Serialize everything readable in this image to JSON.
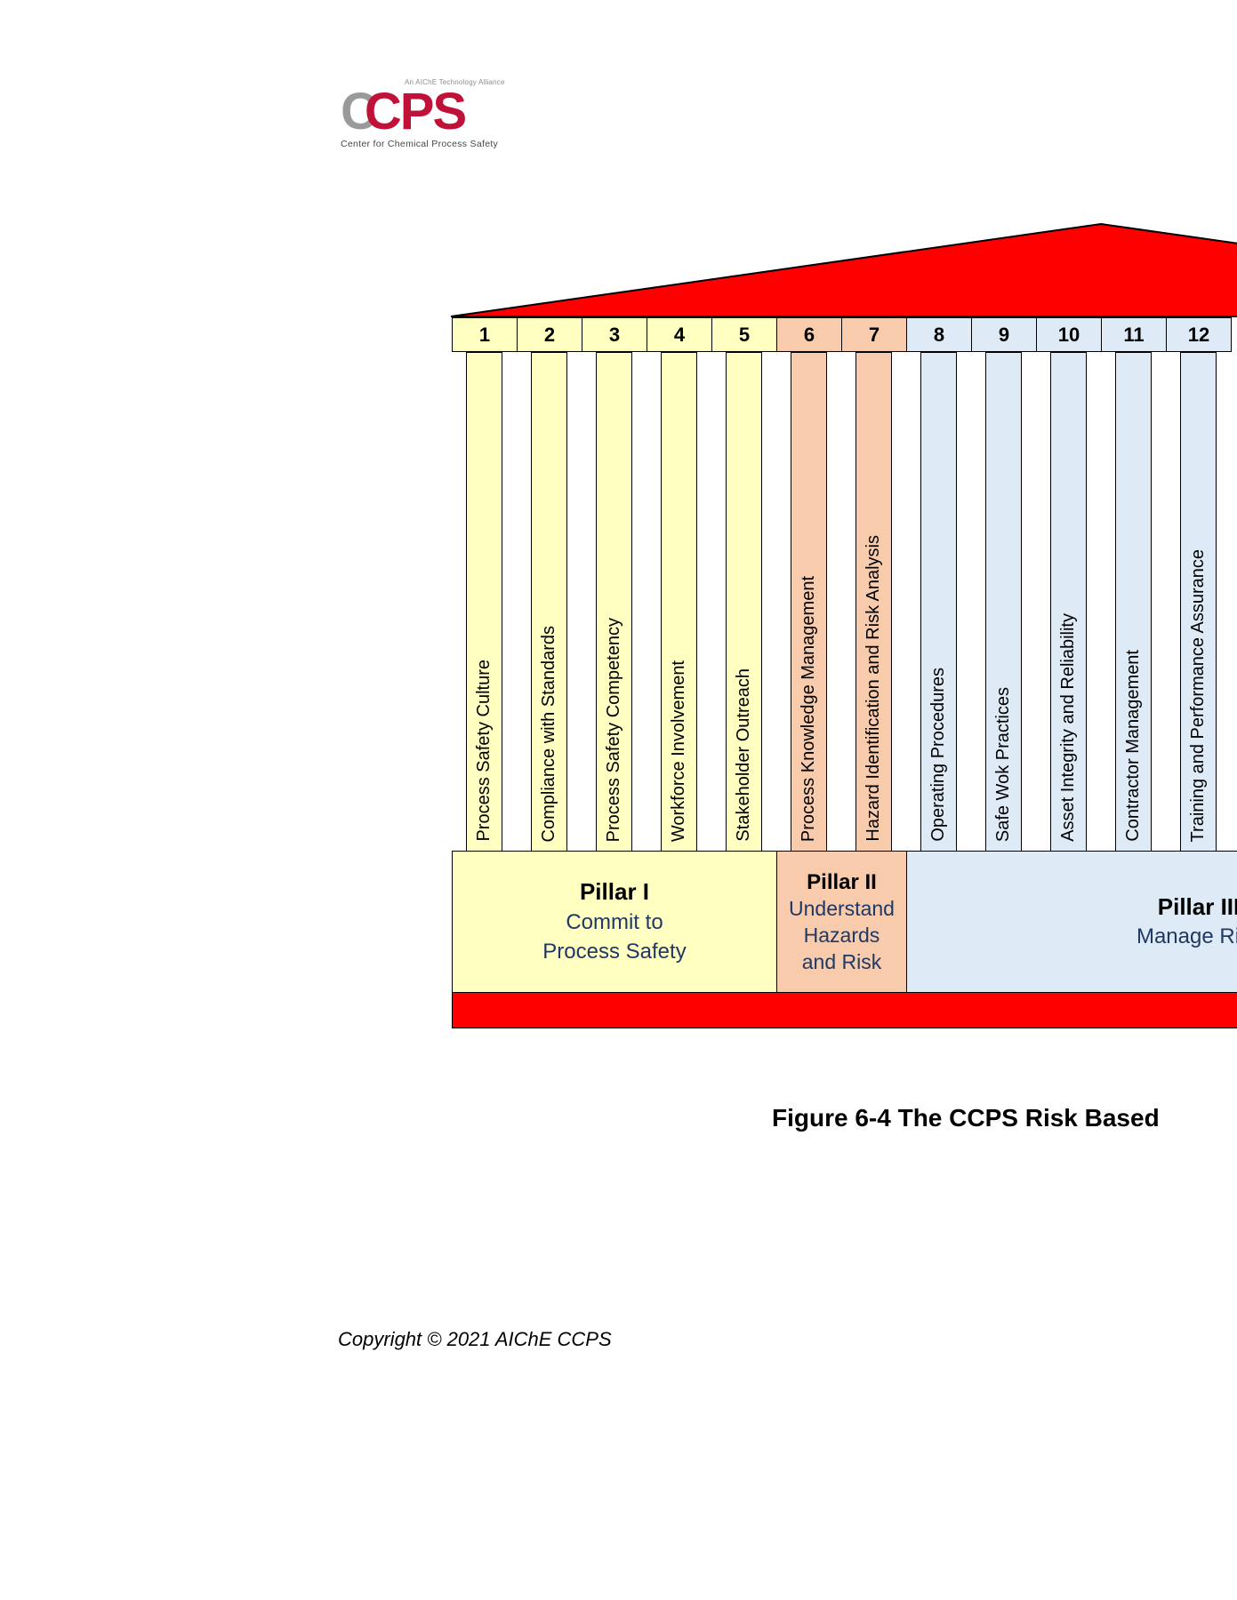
{
  "logo": {
    "alliance": "An AIChE Technology Alliance",
    "c": "C",
    "cps": "CPS",
    "tagline": "Center for Chemical Process Safety"
  },
  "diagram": {
    "colors": {
      "yellow": "#FFFFC2",
      "orange": "#F8CBAD",
      "blue": "#DEEAF6",
      "red": "#FF0000",
      "subtitle_text": "#1F3864"
    },
    "elements": [
      {
        "num": "1",
        "label": "Process Safety Culture",
        "group": "yellow"
      },
      {
        "num": "2",
        "label": "Compliance with Standards",
        "group": "yellow"
      },
      {
        "num": "3",
        "label": "Process Safety Competency",
        "group": "yellow"
      },
      {
        "num": "4",
        "label": "Workforce Involvement",
        "group": "yellow"
      },
      {
        "num": "5",
        "label": "Stakeholder Outreach",
        "group": "yellow"
      },
      {
        "num": "6",
        "label": "Process Knowledge Management",
        "group": "orange"
      },
      {
        "num": "7",
        "label": "Hazard Identification and Risk Analysis",
        "group": "orange"
      },
      {
        "num": "8",
        "label": "Operating Procedures",
        "group": "blue"
      },
      {
        "num": "9",
        "label": "Safe Wok Practices",
        "group": "blue"
      },
      {
        "num": "10",
        "label": "Asset Integrity and Reliability",
        "group": "blue"
      },
      {
        "num": "11",
        "label": "Contractor Management",
        "group": "blue"
      },
      {
        "num": "12",
        "label": "Training and Performance Assurance",
        "group": "blue"
      }
    ],
    "pillars": {
      "p1": {
        "title": "Pillar I",
        "subtitle": "Commit to\nProcess Safety"
      },
      "p2": {
        "title": "Pillar II",
        "subtitle": "Understand\nHazards\nand Risk"
      },
      "p3": {
        "title": "Pillar III",
        "subtitle": "Manage Risk"
      }
    }
  },
  "caption": "Figure 6-4 The CCPS Risk Based",
  "copyright": "Copyright © 2021 AIChE CCPS"
}
